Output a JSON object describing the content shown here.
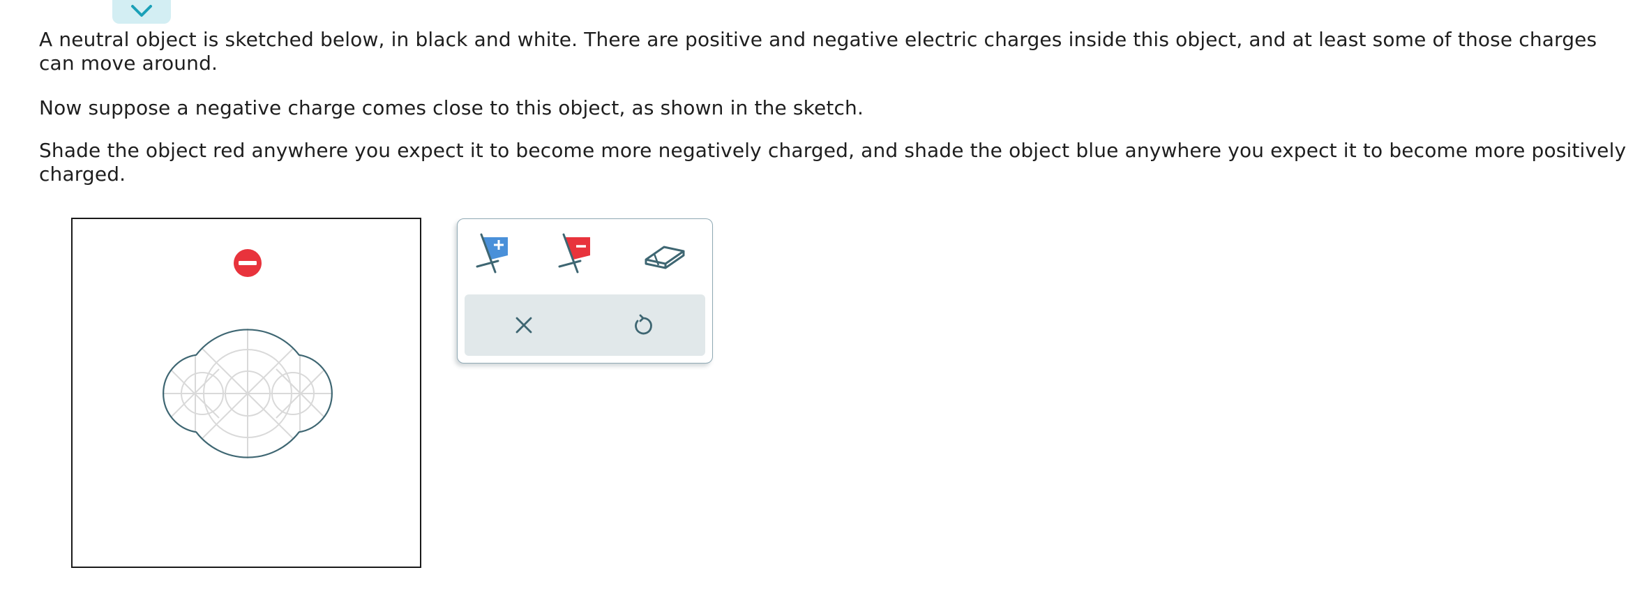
{
  "question": {
    "paragraph_1": "A neutral object is sketched below, in black and white. There are positive and negative electric charges inside this object, and at least some of those charges can move around.",
    "paragraph_2": "Now suppose a negative charge comes close to this object, as shown in the sketch.",
    "paragraph_3": "Shade the object red anywhere you expect it to become more negatively charged, and shade the object blue anywhere you expect it to become more positively charged."
  },
  "top_tab": {
    "icon": "chevron-down-icon"
  },
  "canvas": {
    "external_charge": {
      "sign": "negative",
      "icon": "minus-circle-icon",
      "color": "#e8333c"
    },
    "object_outline_color": "#3e6672",
    "grid_color": "#d9d9d9"
  },
  "toolbox": {
    "tools": [
      {
        "id": "positive-shade",
        "icon": "blue-flag-plus-icon",
        "color": "#4a90d9",
        "symbol": "+"
      },
      {
        "id": "negative-shade",
        "icon": "red-flag-minus-icon",
        "color": "#e8333c",
        "symbol": "−"
      },
      {
        "id": "eraser",
        "icon": "eraser-icon"
      }
    ],
    "actions": [
      {
        "id": "clear",
        "icon": "close-icon"
      },
      {
        "id": "undo",
        "icon": "undo-icon"
      }
    ]
  },
  "colors": {
    "accent": "#1aa0b8",
    "tab_background": "#d3eef3",
    "icon_stroke": "#3e6672",
    "action_bar": "#e1e8ea"
  }
}
